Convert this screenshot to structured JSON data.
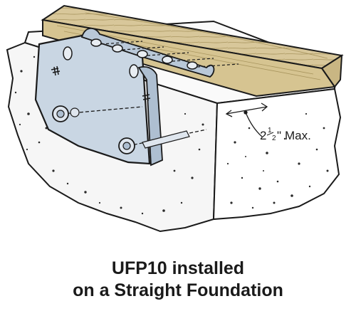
{
  "caption": {
    "line1": "UFP10 installed",
    "line2": "on a Straight Foundation"
  },
  "dimension": {
    "whole": "2",
    "fraction_num": "1",
    "fraction_den": "2",
    "inch_mark": "\"",
    "suffix": "Max."
  },
  "colors": {
    "plate": "#c9d6e3",
    "wood": "#d8c79a",
    "concrete": "#f7f7f7",
    "line": "#1a1a1a"
  }
}
